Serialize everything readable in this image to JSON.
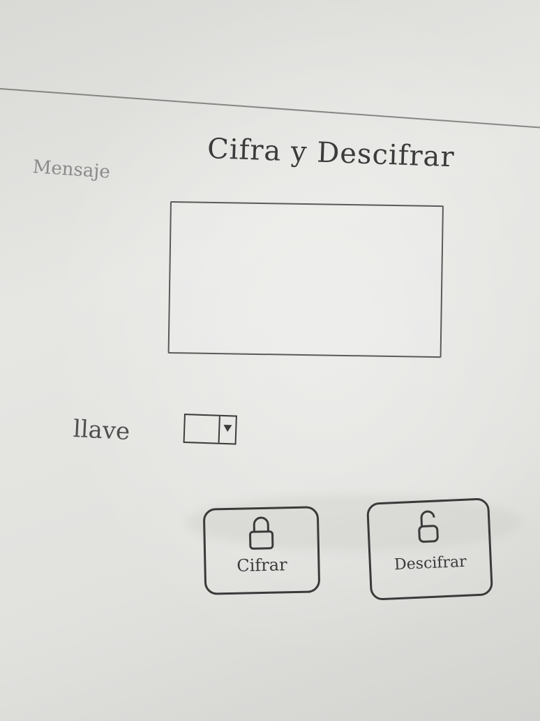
{
  "title": "Cifra y Descifrar",
  "message": {
    "label": "Mensaje",
    "value": ""
  },
  "key": {
    "label": "llave",
    "selected": ""
  },
  "buttons": {
    "encrypt": {
      "label": "Cifrar",
      "icon": "lock-closed-icon"
    },
    "decrypt": {
      "label": "Descifrar",
      "icon": "lock-open-icon"
    }
  }
}
